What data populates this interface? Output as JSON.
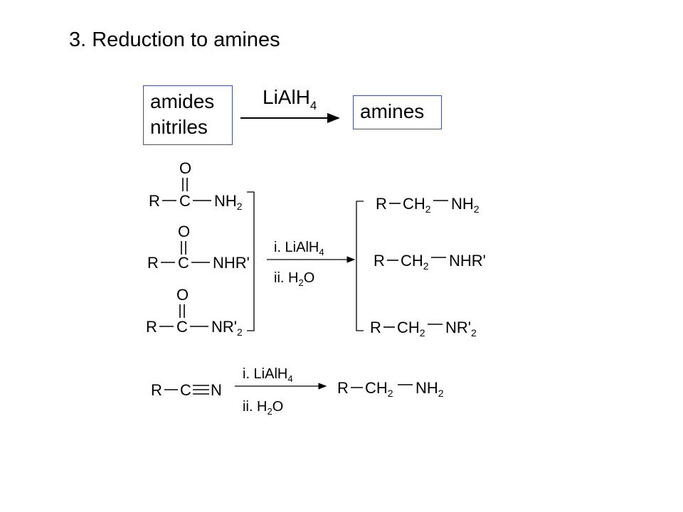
{
  "heading": "3. Reduction to amines",
  "summary": {
    "reactants": [
      "amides",
      "nitriles"
    ],
    "reagent": "LiAlH",
    "reagent_subscript": "4",
    "product": "amines"
  },
  "amide_reduction": {
    "carbonyl_atom": "C",
    "oxygen_atom": "O",
    "r_group": "R",
    "substituents": [
      {
        "main": "NH",
        "sub": "2"
      },
      {
        "main": "NHR'",
        "sub": ""
      },
      {
        "main": "NR'",
        "sub": "2"
      }
    ],
    "step1": {
      "prefix": "i. LiAlH",
      "sub": "4"
    },
    "step2": {
      "prefix": "ii. H",
      "sub": "2",
      "suffix": "O"
    },
    "product_r": "R",
    "product_ch": {
      "main": "CH",
      "sub": "2"
    },
    "product_substituents": [
      {
        "main": "NH",
        "sub": "2"
      },
      {
        "main": "NHR'",
        "sub": ""
      },
      {
        "main": "NR'",
        "sub": "2"
      }
    ]
  },
  "nitrile_reduction": {
    "r_group": "R",
    "carbon": "C",
    "nitrogen": "N",
    "step1": {
      "prefix": "i. LiAlH",
      "sub": "4"
    },
    "step2": {
      "prefix": "ii. H",
      "sub": "2",
      "suffix": "O"
    },
    "product_r": "R",
    "product_ch": {
      "main": "CH",
      "sub": "2"
    },
    "product_amine": {
      "main": "NH",
      "sub": "2"
    }
  }
}
